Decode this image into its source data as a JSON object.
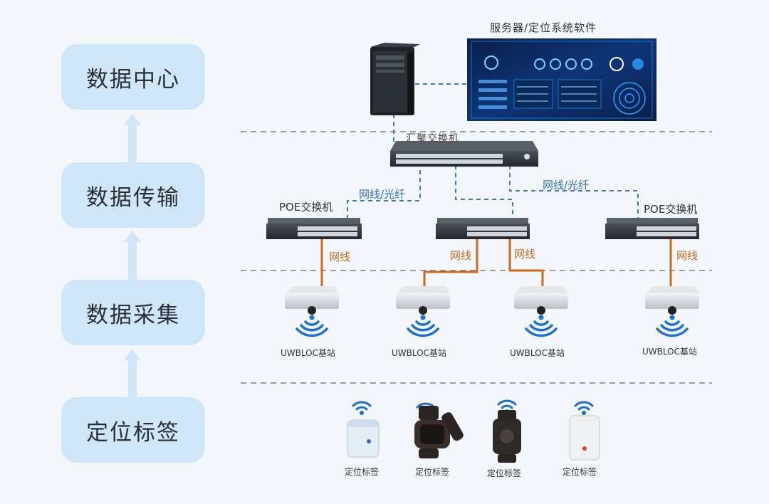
{
  "layers": [
    {
      "label": "数据中心"
    },
    {
      "label": "数据传输"
    },
    {
      "label": "数据采集"
    },
    {
      "label": "定位标签"
    }
  ],
  "server_software_title": "服务器/定位系统软件",
  "core_switch_label": "汇聚交换机",
  "poe_switch_left_label": "POE交换机",
  "poe_switch_right_label": "POE交换机",
  "link_labels": {
    "left_uplink": "网线/光纤",
    "right_uplink": "网线/光纤",
    "cable_left": "网线",
    "cable_mid_left": "网线",
    "cable_mid_right": "网线",
    "cable_right": "网线"
  },
  "base_station_labels": [
    "UWBLOC基站",
    "UWBLOC基站",
    "UWBLOC基站",
    "UWBLOC基站"
  ],
  "tag_labels": [
    "定位标签",
    "定位标签",
    "定位标签",
    "定位标签"
  ],
  "colors": {
    "layer_box": "#cfe6f8",
    "arrow": "#cfe6f8",
    "blue_link": "#3a7bc4",
    "orange_cable": "#d06a1a",
    "dashed_separator": "#5b6b7a",
    "wifi_blue": "#1c6fd6"
  },
  "icons": [
    "tower-server-icon",
    "dashboard-screen-icon",
    "network-switch-icon",
    "base-station-icon",
    "wifi-signal-icon",
    "tag-box-icon",
    "watch-icon"
  ]
}
